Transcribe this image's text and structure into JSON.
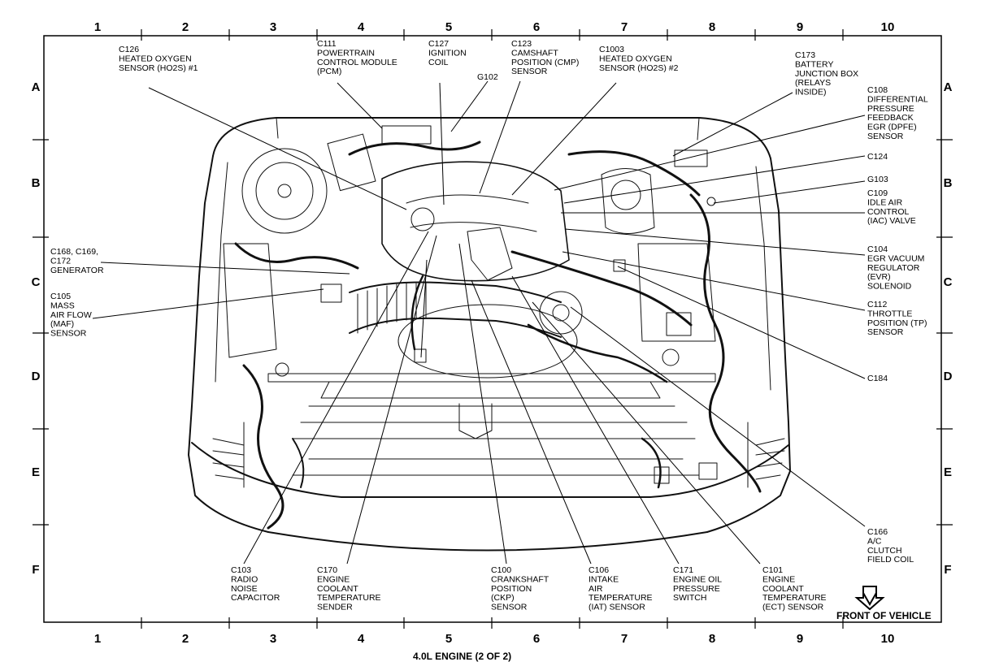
{
  "grid": {
    "columns": [
      "1",
      "2",
      "3",
      "4",
      "5",
      "6",
      "7",
      "8",
      "9",
      "10"
    ],
    "rows": [
      "A",
      "B",
      "C",
      "D",
      "E",
      "F"
    ]
  },
  "caption": "4.0L ENGINE (2 OF 2)",
  "front_marker": "FRONT OF VEHICLE",
  "callouts": [
    {
      "id": "c126",
      "lines": [
        "C126",
        "HEATED OXYGEN",
        "SENSOR (HO2S) #1"
      ]
    },
    {
      "id": "c111",
      "lines": [
        "C111",
        "POWERTRAIN",
        "CONTROL MODULE",
        "(PCM)"
      ]
    },
    {
      "id": "c127",
      "lines": [
        "C127",
        "IGNITION",
        "COIL"
      ]
    },
    {
      "id": "g102",
      "lines": [
        "G102"
      ]
    },
    {
      "id": "c123",
      "lines": [
        "C123",
        "CAMSHAFT",
        "POSITION (CMP)",
        "SENSOR"
      ]
    },
    {
      "id": "c1003",
      "lines": [
        "C1003",
        "HEATED OXYGEN",
        "SENSOR (HO2S) #2"
      ]
    },
    {
      "id": "c173",
      "lines": [
        "C173",
        "BATTERY",
        "JUNCTION BOX",
        "(RELAYS",
        "INSIDE)"
      ]
    },
    {
      "id": "c108",
      "lines": [
        "C108",
        "DIFFERENTIAL",
        "PRESSURE",
        "FEEDBACK",
        "EGR (DPFE)",
        "SENSOR"
      ]
    },
    {
      "id": "c124",
      "lines": [
        "C124"
      ]
    },
    {
      "id": "g103",
      "lines": [
        "G103"
      ]
    },
    {
      "id": "c109",
      "lines": [
        "C109",
        "IDLE AIR",
        "CONTROL",
        "(IAC) VALVE"
      ]
    },
    {
      "id": "c104",
      "lines": [
        "C104",
        "EGR VACUUM",
        "REGULATOR",
        "(EVR)",
        "SOLENOID"
      ]
    },
    {
      "id": "c112",
      "lines": [
        "C112",
        "THROTTLE",
        "POSITION (TP)",
        "SENSOR"
      ]
    },
    {
      "id": "c184",
      "lines": [
        "C184"
      ]
    },
    {
      "id": "c166",
      "lines": [
        "C166",
        "A/C",
        "CLUTCH",
        "FIELD COIL"
      ]
    },
    {
      "id": "c168",
      "lines": [
        "C168, C169,",
        "C172",
        "GENERATOR"
      ]
    },
    {
      "id": "c105",
      "lines": [
        "C105",
        "MASS",
        "AIR FLOW",
        "(MAF)",
        "SENSOR"
      ]
    },
    {
      "id": "c103",
      "lines": [
        "C103",
        "RADIO",
        "NOISE",
        "CAPACITOR"
      ]
    },
    {
      "id": "c170",
      "lines": [
        "C170",
        "ENGINE",
        "COOLANT",
        "TEMPERATURE",
        "SENDER"
      ]
    },
    {
      "id": "c100",
      "lines": [
        "C100",
        "CRANKSHAFT",
        "POSITION",
        "(CKP)",
        "SENSOR"
      ]
    },
    {
      "id": "c106",
      "lines": [
        "C106",
        "INTAKE",
        "AIR",
        "TEMPERATURE",
        "(IAT) SENSOR"
      ]
    },
    {
      "id": "c171",
      "lines": [
        "C171",
        "ENGINE OIL",
        "PRESSURE",
        "SWITCH"
      ]
    },
    {
      "id": "c101",
      "lines": [
        "C101",
        "ENGINE",
        "COOLANT",
        "TEMPERATURE",
        "(ECT) SENSOR"
      ]
    }
  ]
}
